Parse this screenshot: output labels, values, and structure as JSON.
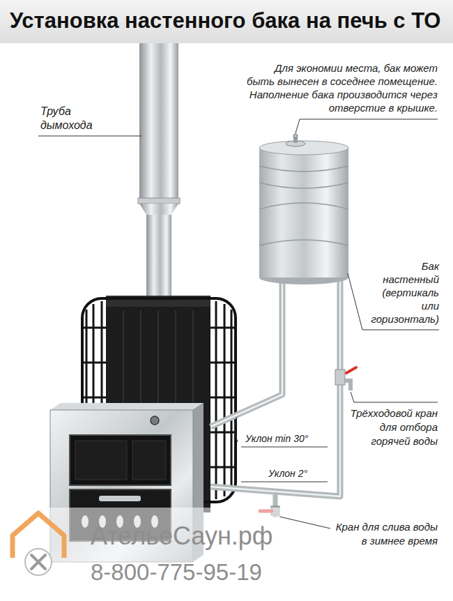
{
  "diagram": {
    "title": "Установка настенного бака на печь с ТО",
    "labels": [
      "Для экономии места, бак может быть вынесен в соседнее помещение. Наполнение бака производится через отверстие в крышке.",
      "Труба дымохода",
      "Бак настенный (вертикаль или горизонталь)",
      "Трёхходовой кран для отбора горячей воды",
      "Уклон min 30°",
      "Уклон 2°",
      "Кран для слива воды в зимнее время",
      "АтельеСаун.рф",
      "8-800-775-95-19"
    ]
  }
}
